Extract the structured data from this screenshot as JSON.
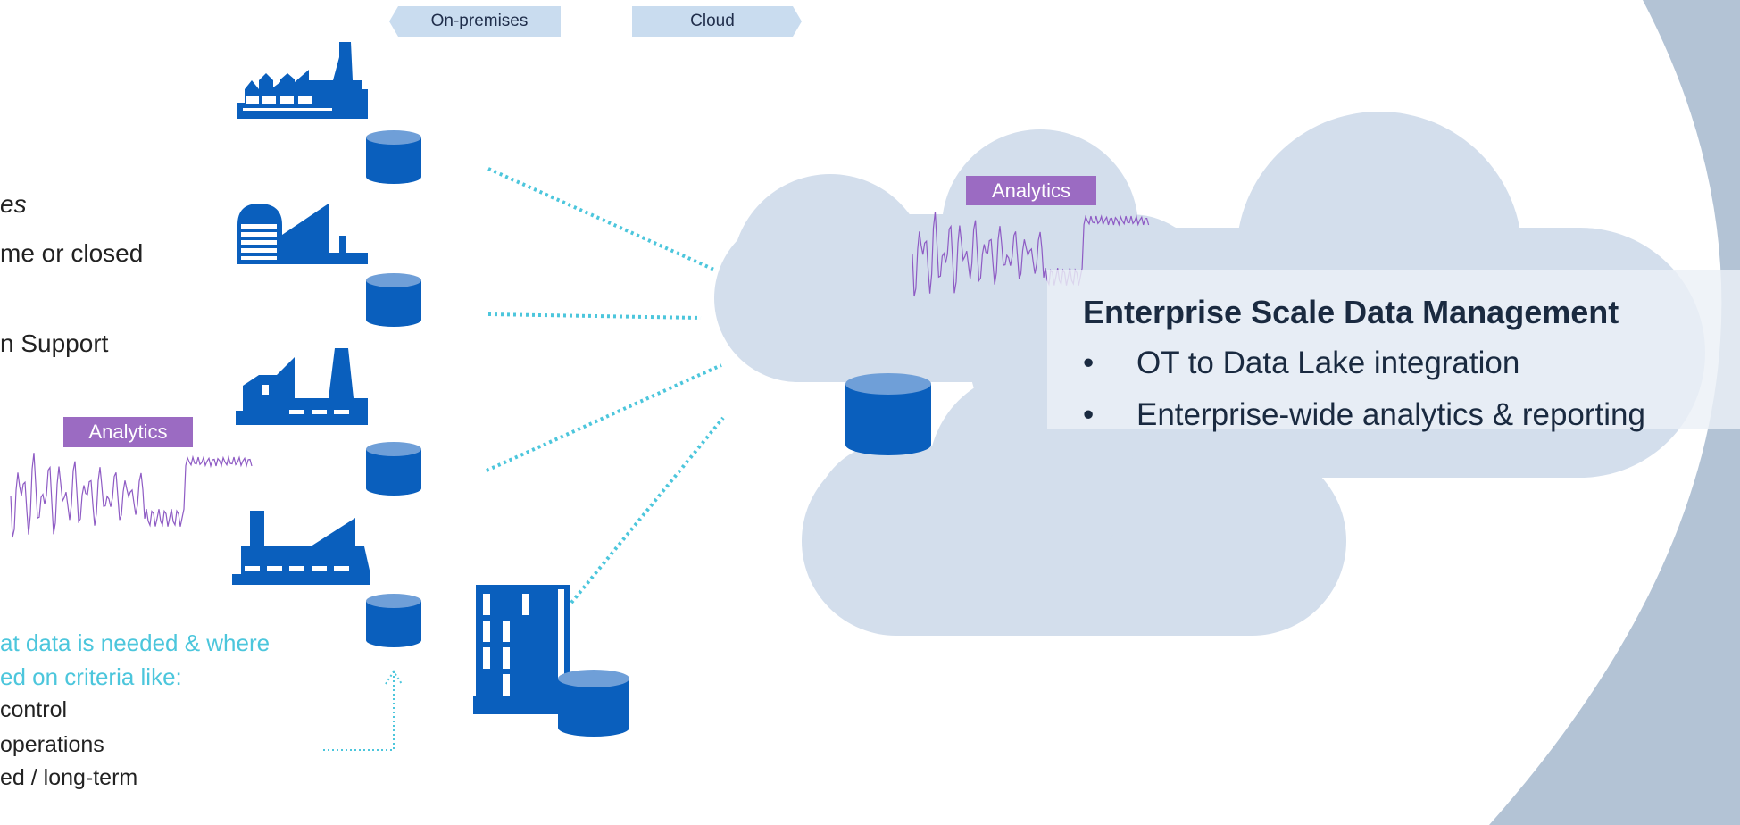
{
  "header_tags": {
    "on_premises": "On-premises",
    "cloud": "Cloud"
  },
  "left_text": {
    "line1": "es",
    "line2": "me or closed",
    "line3": "n Support"
  },
  "analytics_label": "Analytics",
  "criteria": {
    "line1": "at data is needed & where",
    "line2": "ed on criteria like:",
    "items": [
      "control",
      "operations",
      "ed / long-term"
    ]
  },
  "enterprise": {
    "title": "Enterprise Scale Data Management",
    "bullet": "•",
    "items": [
      "OT to Data Lake integration",
      "Enterprise-wide analytics & reporting"
    ]
  },
  "colors": {
    "factory_blue": "#0a5fbd",
    "cloud_fill": "#d3deec",
    "arc_gray": "#b3c3d5",
    "link_dots": "#4cc6dc",
    "analytics_purple": "#9b6bc2",
    "waveform": "#8e5bc4",
    "tag_fill": "#c9dcef"
  },
  "icons": [
    "factory-icon",
    "database-icon",
    "cloud-icon",
    "office-building-icon",
    "waveform-icon",
    "arrow-up-icon"
  ]
}
